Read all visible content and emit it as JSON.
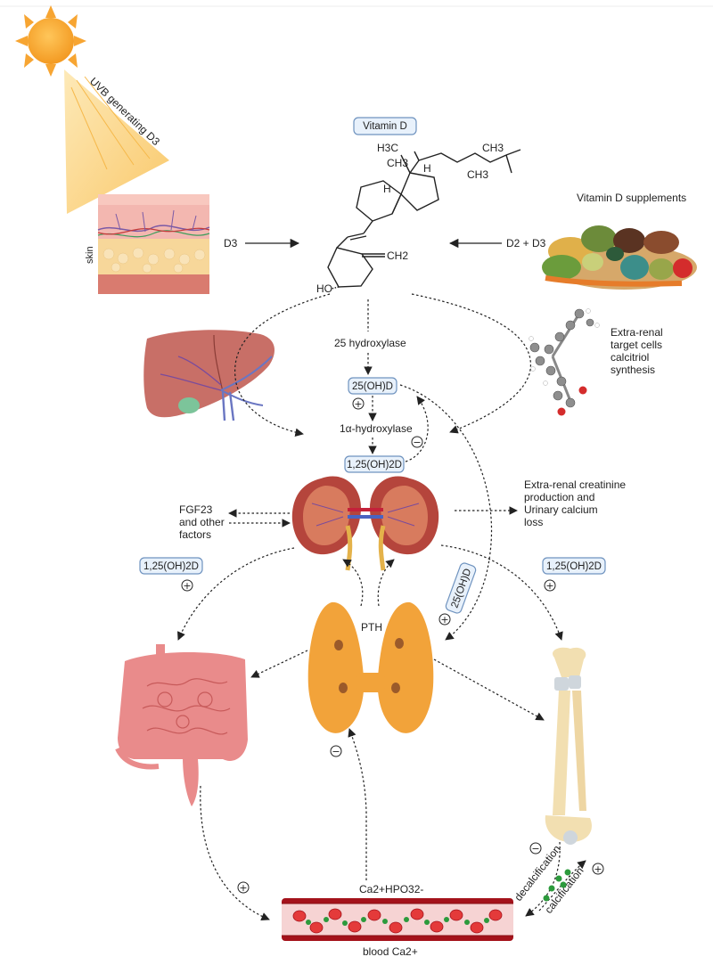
{
  "labels": {
    "uvb": "UVB generating D3",
    "skin": "skin",
    "d3": "D3",
    "vitamin_d": "Vitamin D",
    "supplements_title": "Vitamin D supplements",
    "d2_d3": "D2 + D3",
    "hydroxylase_25": "25 hydroxylase",
    "oh_d": "25(OH)D",
    "alpha_hydroxylase": "1α-hydroxylase",
    "calcitriol": "1,25(OH)2D",
    "extra_renal_target_1": "Extra-renal",
    "extra_renal_target_2": "target cells",
    "extra_renal_target_3": "calcitriol",
    "extra_renal_target_4": "synthesis",
    "extra_renal_creat_1": "Extra-renal creatinine",
    "extra_renal_creat_2": "production and",
    "extra_renal_creat_3": "Urinary calcium",
    "extra_renal_creat_4": "loss",
    "fgf_1": "FGF23",
    "fgf_2": "and other",
    "fgf_3": "factors",
    "pth": "PTH",
    "calcitriol_left": "1,25(OH)2D",
    "calcitriol_right": "1,25(OH)2D",
    "oh_d_rot": "25(OH)D",
    "ca_hpo": "Ca2+HPO32-",
    "blood_ca": "blood Ca2+",
    "decalcification": "decalcification",
    "calcification": "calcification",
    "chem_h3c_top": "H3C",
    "chem_ch3_right": "CH3",
    "chem_ch3_bottom": "CH3",
    "chem_ch3_mid": "CH3",
    "chem_h_right": "H",
    "chem_h_bottom": "H",
    "chem_ch2": "CH2",
    "chem_ho": "HO"
  },
  "signs": {
    "plus": "+",
    "minus": "−"
  },
  "colors": {
    "sun": "#f7a532",
    "uv_beam": "#fcd27a",
    "skin_top": "#f3b7b0",
    "skin_mid": "#f7d79a",
    "skin_low": "#d97b6f",
    "liver": "#c86f67",
    "kidney": "#b5453c",
    "thyroid": "#f2a33a",
    "intestine": "#e98b8b",
    "bone": "#f2dfb1",
    "blood": "#b5232b",
    "rbc": "#e43a3a",
    "pill_fill": "#e8f1fb",
    "pill_stroke": "#6f93bf"
  }
}
